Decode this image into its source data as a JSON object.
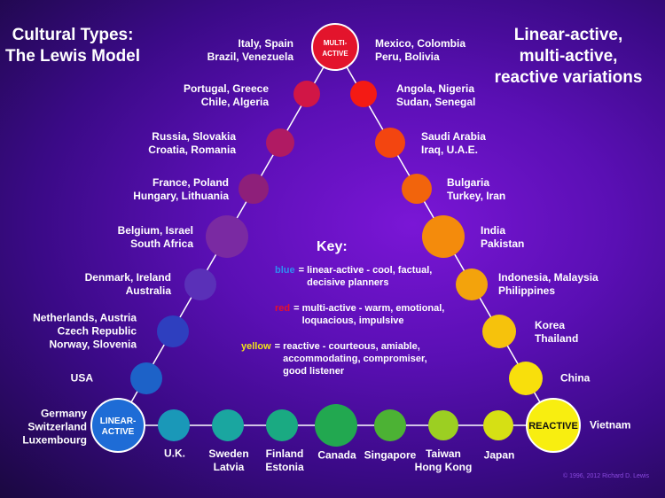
{
  "title_left": [
    "Cultural Types:",
    "The Lewis Model"
  ],
  "title_right": [
    "Linear-active,",
    "multi-active,",
    "reactive variations"
  ],
  "nodes": [
    {
      "id": "multi",
      "label": "MULTI-\nACTIVE",
      "color": "#e3142c"
    },
    {
      "id": "linear",
      "label": "LINEAR-\nACTIVE",
      "color": "#1e6cd6"
    },
    {
      "id": "reactive",
      "label": "REACTIVE",
      "color": "#f8ee10"
    },
    {
      "id": "l1",
      "color": "#d11646"
    },
    {
      "id": "l2",
      "color": "#b01a63"
    },
    {
      "id": "l3",
      "color": "#8e1f7a"
    },
    {
      "id": "l4",
      "color": "#7a2aa2"
    },
    {
      "id": "l5",
      "color": "#5a30b8"
    },
    {
      "id": "l6",
      "color": "#2e3fbf"
    },
    {
      "id": "l7",
      "color": "#1d62c8"
    },
    {
      "id": "r1",
      "color": "#f41a14"
    },
    {
      "id": "r2",
      "color": "#f34510"
    },
    {
      "id": "r3",
      "color": "#f2640c"
    },
    {
      "id": "r4",
      "color": "#f48b0c"
    },
    {
      "id": "r5",
      "color": "#f3a30c"
    },
    {
      "id": "r6",
      "color": "#f6c20c"
    },
    {
      "id": "r7",
      "color": "#f8df0c"
    },
    {
      "id": "b1",
      "color": "#1a98b8"
    },
    {
      "id": "b2",
      "color": "#1aa6a0"
    },
    {
      "id": "b3",
      "color": "#1aaa82"
    },
    {
      "id": "b4",
      "color": "#22a850"
    },
    {
      "id": "b5",
      "color": "#4cb234"
    },
    {
      "id": "b6",
      "color": "#9ccf22"
    },
    {
      "id": "b7",
      "color": "#d6e014"
    }
  ],
  "labels": {
    "multi_left": "Italy, Spain\nBrazil, Venezuela",
    "multi_right": "Mexico, Colombia\nPeru, Bolivia",
    "l1": "Portugal, Greece\nChile, Algeria",
    "l2": "Russia, Slovakia\nCroatia, Romania",
    "l3": "France, Poland\nHungary, Lithuania",
    "l4": "Belgium, Israel\nSouth Africa",
    "l5": "Denmark, Ireland\nAustralia",
    "l6": "Netherlands, Austria\nCzech Republic\nNorway, Slovenia",
    "l7": "USA",
    "linear": "Germany\nSwitzerland\nLuxembourg",
    "r1": "Angola, Nigeria\nSudan, Senegal",
    "r2": "Saudi Arabia\nIraq, U.A.E.",
    "r3": "Bulgaria\nTurkey, Iran",
    "r4": "India\nPakistan",
    "r5": "Indonesia, Malaysia\nPhilippines",
    "r6": "Korea\nThailand",
    "r7": "China",
    "reactive": "Vietnam",
    "b1": "U.K.",
    "b2": "Sweden\nLatvia",
    "b3": "Finland\nEstonia",
    "b4": "Canada",
    "b5": "Singapore",
    "b6": "Taiwan\nHong Kong",
    "b7": "Japan"
  },
  "key": {
    "title": "Key:",
    "rows": [
      {
        "word": "blue",
        "word_color": "#2f8df0",
        "text": "linear-active - cool, factual,\ndecisive planners"
      },
      {
        "word": "red",
        "word_color": "#e8102a",
        "text": "multi-active - warm, emotional,\nloquacious, impulsive"
      },
      {
        "word": "yellow",
        "word_color": "#f0e21a",
        "text": "reactive - courteous, amiable,\naccommodating, compromiser,\ngood listener"
      }
    ]
  },
  "copyright": "© 1996, 2012 Richard D. Lewis"
}
